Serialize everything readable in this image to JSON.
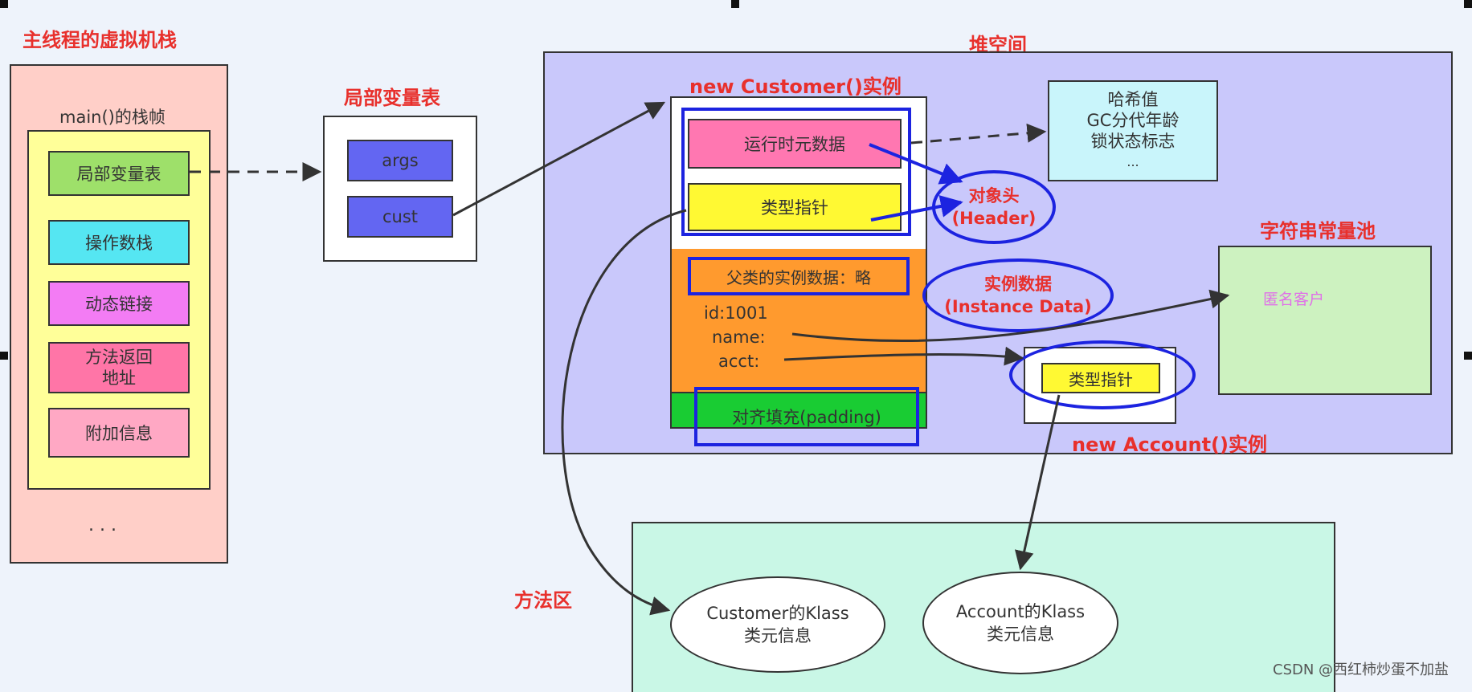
{
  "stack": {
    "title": "主线程的虚拟机栈",
    "frame_title": "main()的栈帧",
    "items": [
      "局部变量表",
      "操作数栈",
      "动态链接",
      "方法返回\n地址",
      "附加信息"
    ],
    "ellipsis": ". . ."
  },
  "locals": {
    "title": "局部变量表",
    "slots": [
      "args",
      "cust"
    ]
  },
  "heap": {
    "title": "堆空间",
    "customer_title": "new Customer()实例",
    "runtime_meta": "运行时元数据",
    "type_pointer": "类型指针",
    "parent_data": "父类的实例数据：略",
    "fields": [
      "id:1001",
      "name:",
      "acct:"
    ],
    "padding": "对齐填充(padding)",
    "meta_details": [
      "哈希值",
      "GC分代年龄",
      "锁状态标志",
      "..."
    ],
    "header_label": "对象头\n(Header)",
    "instance_label": "实例数据\n(Instance Data)",
    "string_pool_title": "字符串常量池",
    "string_value": "匿名客户",
    "account_type_pointer": "类型指针",
    "account_title": "new Account()实例"
  },
  "method_area": {
    "title": "方法区",
    "customer_klass": "Customer的Klass\n类元信息",
    "account_klass": "Account的Klass\n类元信息"
  },
  "watermark": "CSDN @西红柿炒蛋不加盐",
  "colors": {
    "stack_bg": "#ffcfc8",
    "frame_bg": "#ffff99",
    "heap_bg": "#c9c8fb",
    "orange": "#ff9a2e",
    "method_bg": "#c9f7e6",
    "string_pool_bg": "#cdf2c0",
    "meta_bg": "#c9f5fb",
    "blue": "#1c23e0"
  }
}
